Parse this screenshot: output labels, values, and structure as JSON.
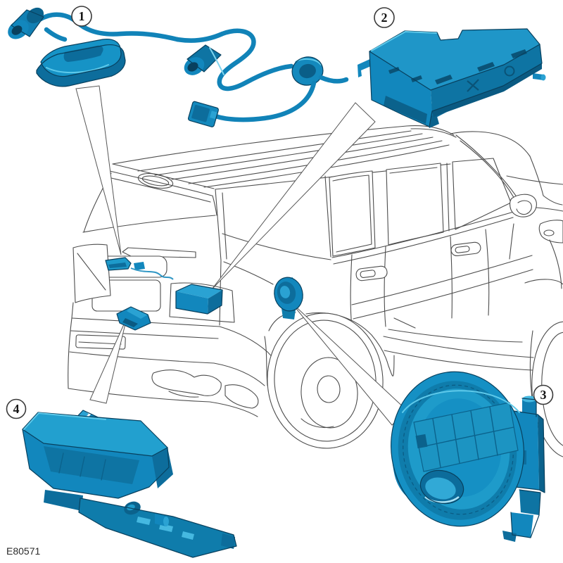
{
  "figure": {
    "code": "E80571",
    "kind": "component-location-diagram",
    "subject": "suv-rear-three-quarter-line-art",
    "background_color": "#ffffff",
    "line_color": "#4d4d4d",
    "highlight_colors": {
      "light": "#5ec9ea",
      "light_mid": "#2aa2d3",
      "base": "#1287bd",
      "mid_dark": "#0e74a3",
      "dark": "#0d6d9c",
      "darkest": "#0a5a82",
      "outline": "#08405e"
    }
  },
  "callouts": [
    {
      "label": "1",
      "part": "licence-plate-lamp-and-harness"
    },
    {
      "label": "2",
      "part": "rear-control-module"
    },
    {
      "label": "3",
      "part": "fuel-filler-housing"
    },
    {
      "label": "4",
      "part": "tailgate-latch-module"
    }
  ]
}
